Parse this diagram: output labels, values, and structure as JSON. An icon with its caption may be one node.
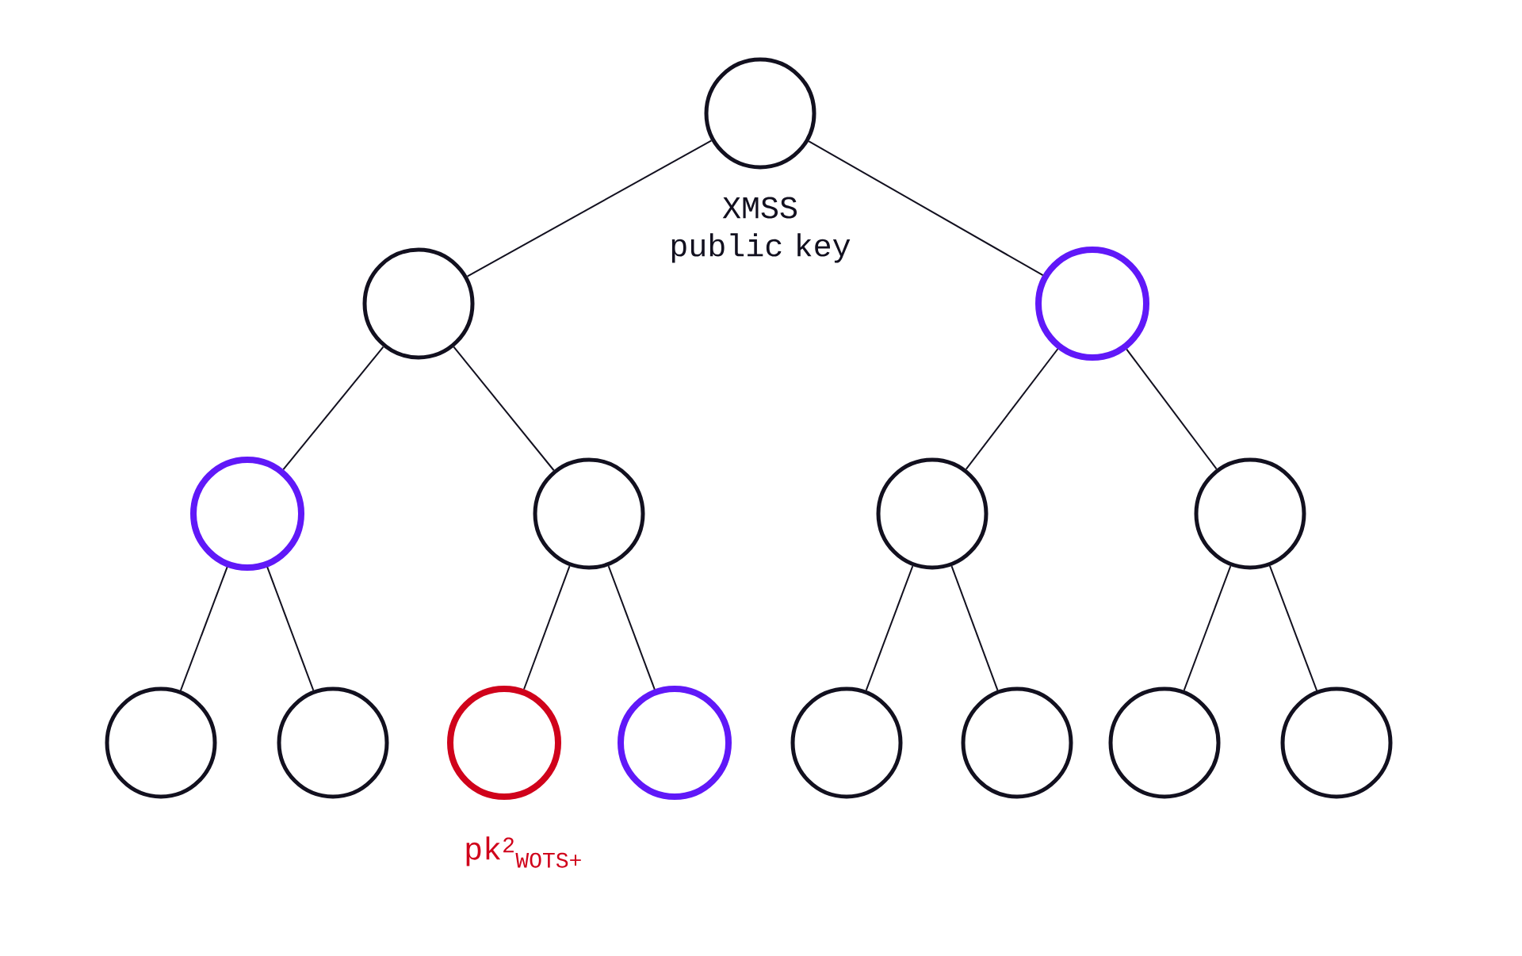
{
  "diagram": {
    "nodes": [
      {
        "text": [],
        "shape": "circle",
        "beside": [
          "XMSS public key"
        ]
      },
      {
        "text": [],
        "shape": "circle"
      },
      {
        "text": [],
        "shape": "circle"
      },
      {
        "text": [],
        "shape": "circle"
      },
      {
        "text": [],
        "shape": "circle"
      },
      {
        "text": [],
        "shape": "circle"
      },
      {
        "text": [],
        "shape": "circle"
      },
      {
        "text": [],
        "shape": "circle"
      },
      {
        "text": [],
        "shape": "circle"
      },
      {
        "text": [],
        "shape": "circle",
        "beside": [
          "pk$^{2}$$_{WOTS+}$"
        ]
      },
      {
        "text": [],
        "shape": "circle"
      },
      {
        "text": [],
        "shape": "circle"
      },
      {
        "text": [],
        "shape": "circle"
      },
      {
        "text": [],
        "shape": "circle"
      },
      {
        "text": [],
        "shape": "circle"
      }
    ],
    "edges": [
      {
        "from": 0,
        "to": 1,
        "arrow": "none"
      },
      {
        "from": 0,
        "to": 2,
        "arrow": "none"
      },
      {
        "from": 1,
        "to": 3,
        "arrow": "none"
      },
      {
        "from": 1,
        "to": 4,
        "arrow": "none"
      },
      {
        "from": 2,
        "to": 5,
        "arrow": "none"
      },
      {
        "from": 2,
        "to": 6,
        "arrow": "none"
      },
      {
        "from": 3,
        "to": 7,
        "arrow": "none"
      },
      {
        "from": 3,
        "to": 8,
        "arrow": "none"
      },
      {
        "from": 4,
        "to": 9,
        "arrow": "none"
      },
      {
        "from": 4,
        "to": 10,
        "arrow": "none"
      },
      {
        "from": 5,
        "to": 11,
        "arrow": "none"
      },
      {
        "from": 5,
        "to": 12,
        "arrow": "none"
      },
      {
        "from": 6,
        "to": 13,
        "arrow": "none"
      },
      {
        "from": 6,
        "to": 14,
        "arrow": "none"
      }
    ]
  }
}
